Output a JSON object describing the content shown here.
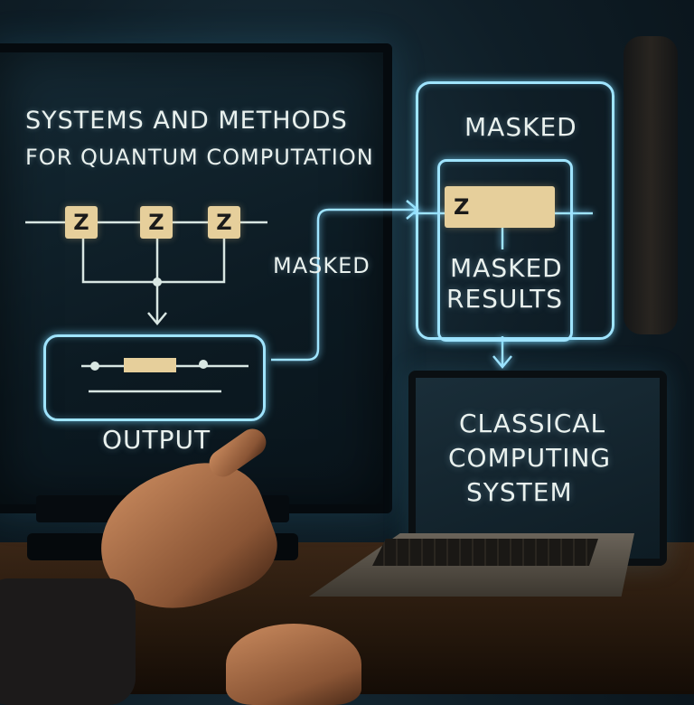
{
  "monitor": {
    "title_line1": "SYSTEMS AND METHODS",
    "title_line2": "FOR QUANTUM COMPUTATION",
    "gates": [
      "Z",
      "Z",
      "Z"
    ],
    "output_label": "OUTPUT"
  },
  "flow": {
    "masked_label": "MASKED"
  },
  "masked_panel": {
    "title": "MASKED",
    "gate": "Z",
    "results_line1": "MASKED",
    "results_line2": "RESULTS"
  },
  "laptop": {
    "line1": "CLASSICAL",
    "line2": "COMPUTING",
    "line3": "SYSTEM"
  },
  "colors": {
    "glow": "#9fe4ff",
    "gate_fill": "#e6cf9b",
    "text": "#e9f1ee"
  }
}
